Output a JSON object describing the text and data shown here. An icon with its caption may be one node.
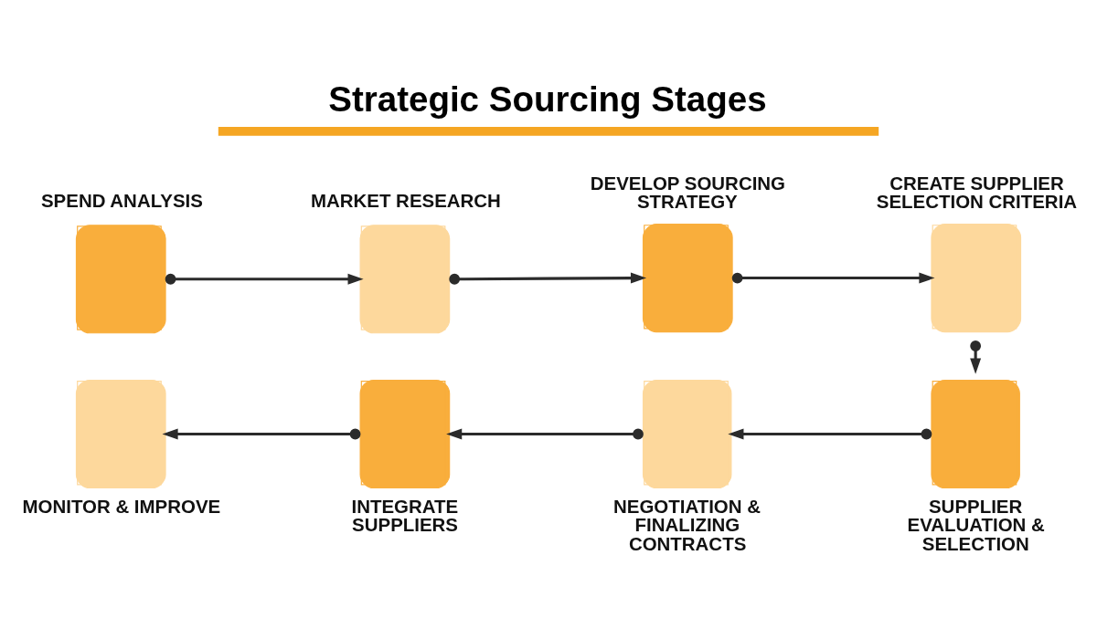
{
  "diagram": {
    "title": "Strategic Sourcing Stages",
    "nodes": [
      {
        "text": [
          "SPEND ANALYSIS"
        ]
      },
      {
        "text": [
          "MARKET RESEARCH"
        ]
      },
      {
        "text": [
          "DEVELOP SOURCING STRATEGY"
        ]
      },
      {
        "text": [
          "CREATE SUPPLIER SELECTION CRITERIA"
        ]
      },
      {
        "text": [
          "SUPPLIER EVALUATION & SELECTION"
        ]
      },
      {
        "text": [
          "NEGOTIATION & FINALIZING CONTRACTS"
        ]
      },
      {
        "text": [
          "INTEGRATE SUPPLIERS"
        ]
      },
      {
        "text": [
          "MONITOR & IMPROVE"
        ]
      }
    ],
    "edges": [
      {
        "from": 0,
        "to": 1,
        "arrow": "to"
      },
      {
        "from": 1,
        "to": 2,
        "arrow": "to"
      },
      {
        "from": 2,
        "to": 3,
        "arrow": "to"
      },
      {
        "from": 3,
        "to": 4,
        "arrow": "to"
      },
      {
        "from": 4,
        "to": 5,
        "arrow": "to"
      },
      {
        "from": 5,
        "to": 6,
        "arrow": "to"
      },
      {
        "from": 6,
        "to": 7,
        "arrow": "to"
      }
    ]
  }
}
